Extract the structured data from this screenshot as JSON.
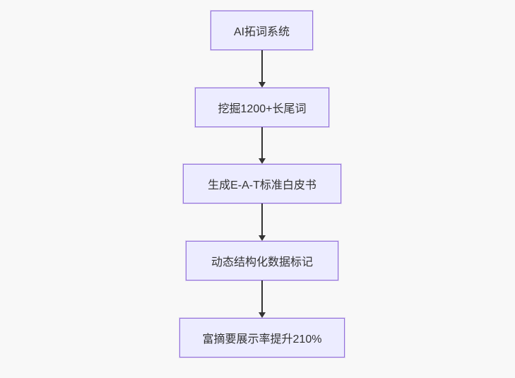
{
  "diagram": {
    "type": "flowchart",
    "direction": "top-down",
    "colors": {
      "background": "#f8f8f8",
      "node_fill": "#ECECFF",
      "node_border": "#9370DB",
      "text": "#333333",
      "arrow": "#333333"
    },
    "nodes": [
      {
        "label": "AI拓词系统"
      },
      {
        "label": "挖掘1200+长尾词"
      },
      {
        "label": "生成E-A-T标准白皮书"
      },
      {
        "label": "动态结构化数据标记"
      },
      {
        "label": "富摘要展示率提升210%"
      }
    ],
    "edges": [
      {
        "from": 0,
        "to": 1,
        "style": "arrow-down"
      },
      {
        "from": 1,
        "to": 2,
        "style": "arrow-down"
      },
      {
        "from": 2,
        "to": 3,
        "style": "arrow-down"
      },
      {
        "from": 3,
        "to": 4,
        "style": "arrow-down"
      }
    ]
  }
}
